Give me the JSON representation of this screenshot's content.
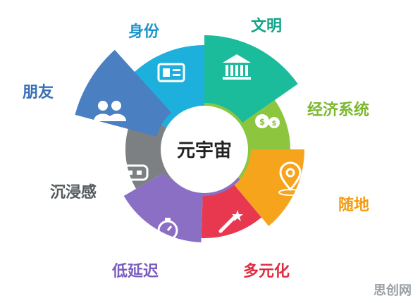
{
  "center": {
    "label": "元宇宙"
  },
  "segments": [
    {
      "id": "identity",
      "label": "身份",
      "color": "#1eb0dc",
      "label_color": "#1a96cc",
      "icon": "id-card-icon"
    },
    {
      "id": "civilization",
      "label": "文明",
      "color": "#1abc9c",
      "label_color": "#13a589",
      "icon": "bank-icon"
    },
    {
      "id": "economy",
      "label": "经济系统",
      "color": "#8cc63f",
      "label_color": "#7cb82f",
      "icon": "money-bags-icon"
    },
    {
      "id": "anywhere",
      "label": "随地",
      "color": "#f7a41d",
      "label_color": "#f39c12",
      "icon": "map-pin-icon"
    },
    {
      "id": "diversity",
      "label": "多元化",
      "color": "#e8384f",
      "label_color": "#e02a3f",
      "icon": "magic-wand-icon"
    },
    {
      "id": "latency",
      "label": "低延迟",
      "color": "#8a6fc4",
      "label_color": "#7a5cbd",
      "icon": "stopwatch-icon"
    },
    {
      "id": "immersion",
      "label": "沉浸感",
      "color": "#7d8082",
      "label_color": "#555a5e",
      "icon": "vr-headset-icon"
    },
    {
      "id": "friends",
      "label": "朋友",
      "color": "#4a7fc1",
      "label_color": "#3a6fb5",
      "icon": "people-icon"
    }
  ],
  "watermark": "思创网"
}
